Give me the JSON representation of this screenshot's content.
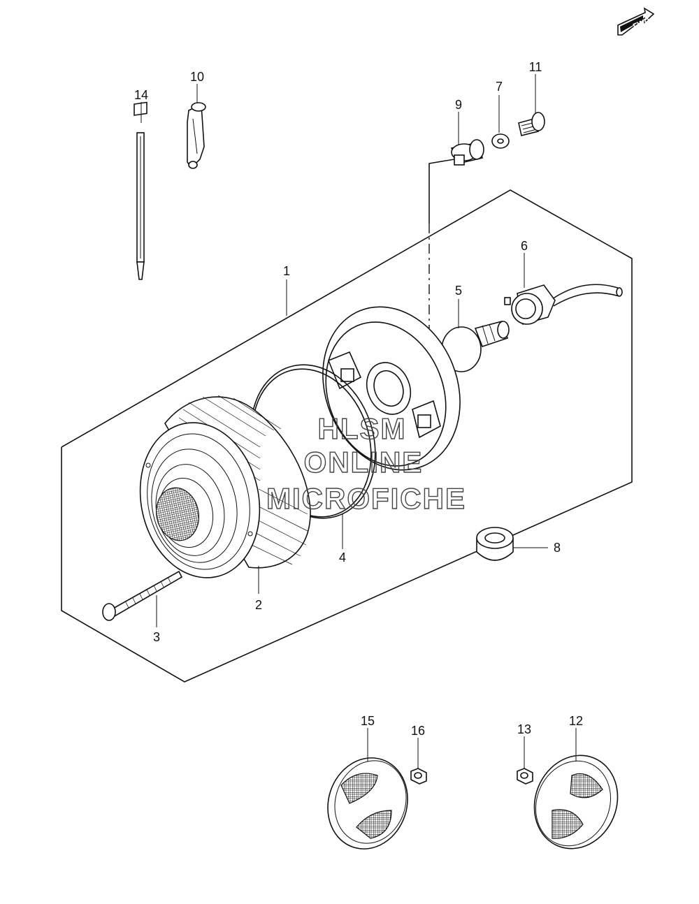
{
  "badge": {
    "label": "FWD"
  },
  "callouts": [
    {
      "id": "1",
      "label": "1"
    },
    {
      "id": "2",
      "label": "2"
    },
    {
      "id": "3",
      "label": "3"
    },
    {
      "id": "4",
      "label": "4"
    },
    {
      "id": "5",
      "label": "5"
    },
    {
      "id": "6",
      "label": "6"
    },
    {
      "id": "7",
      "label": "7"
    },
    {
      "id": "8",
      "label": "8"
    },
    {
      "id": "9",
      "label": "9"
    },
    {
      "id": "10",
      "label": "10"
    },
    {
      "id": "11",
      "label": "11"
    },
    {
      "id": "12",
      "label": "12"
    },
    {
      "id": "13",
      "label": "13"
    },
    {
      "id": "14",
      "label": "14"
    },
    {
      "id": "15",
      "label": "15"
    },
    {
      "id": "16",
      "label": "16"
    }
  ],
  "watermark": {
    "line1": "HLSM",
    "line2": "ONLINE",
    "line3": "MICROFICHE"
  }
}
